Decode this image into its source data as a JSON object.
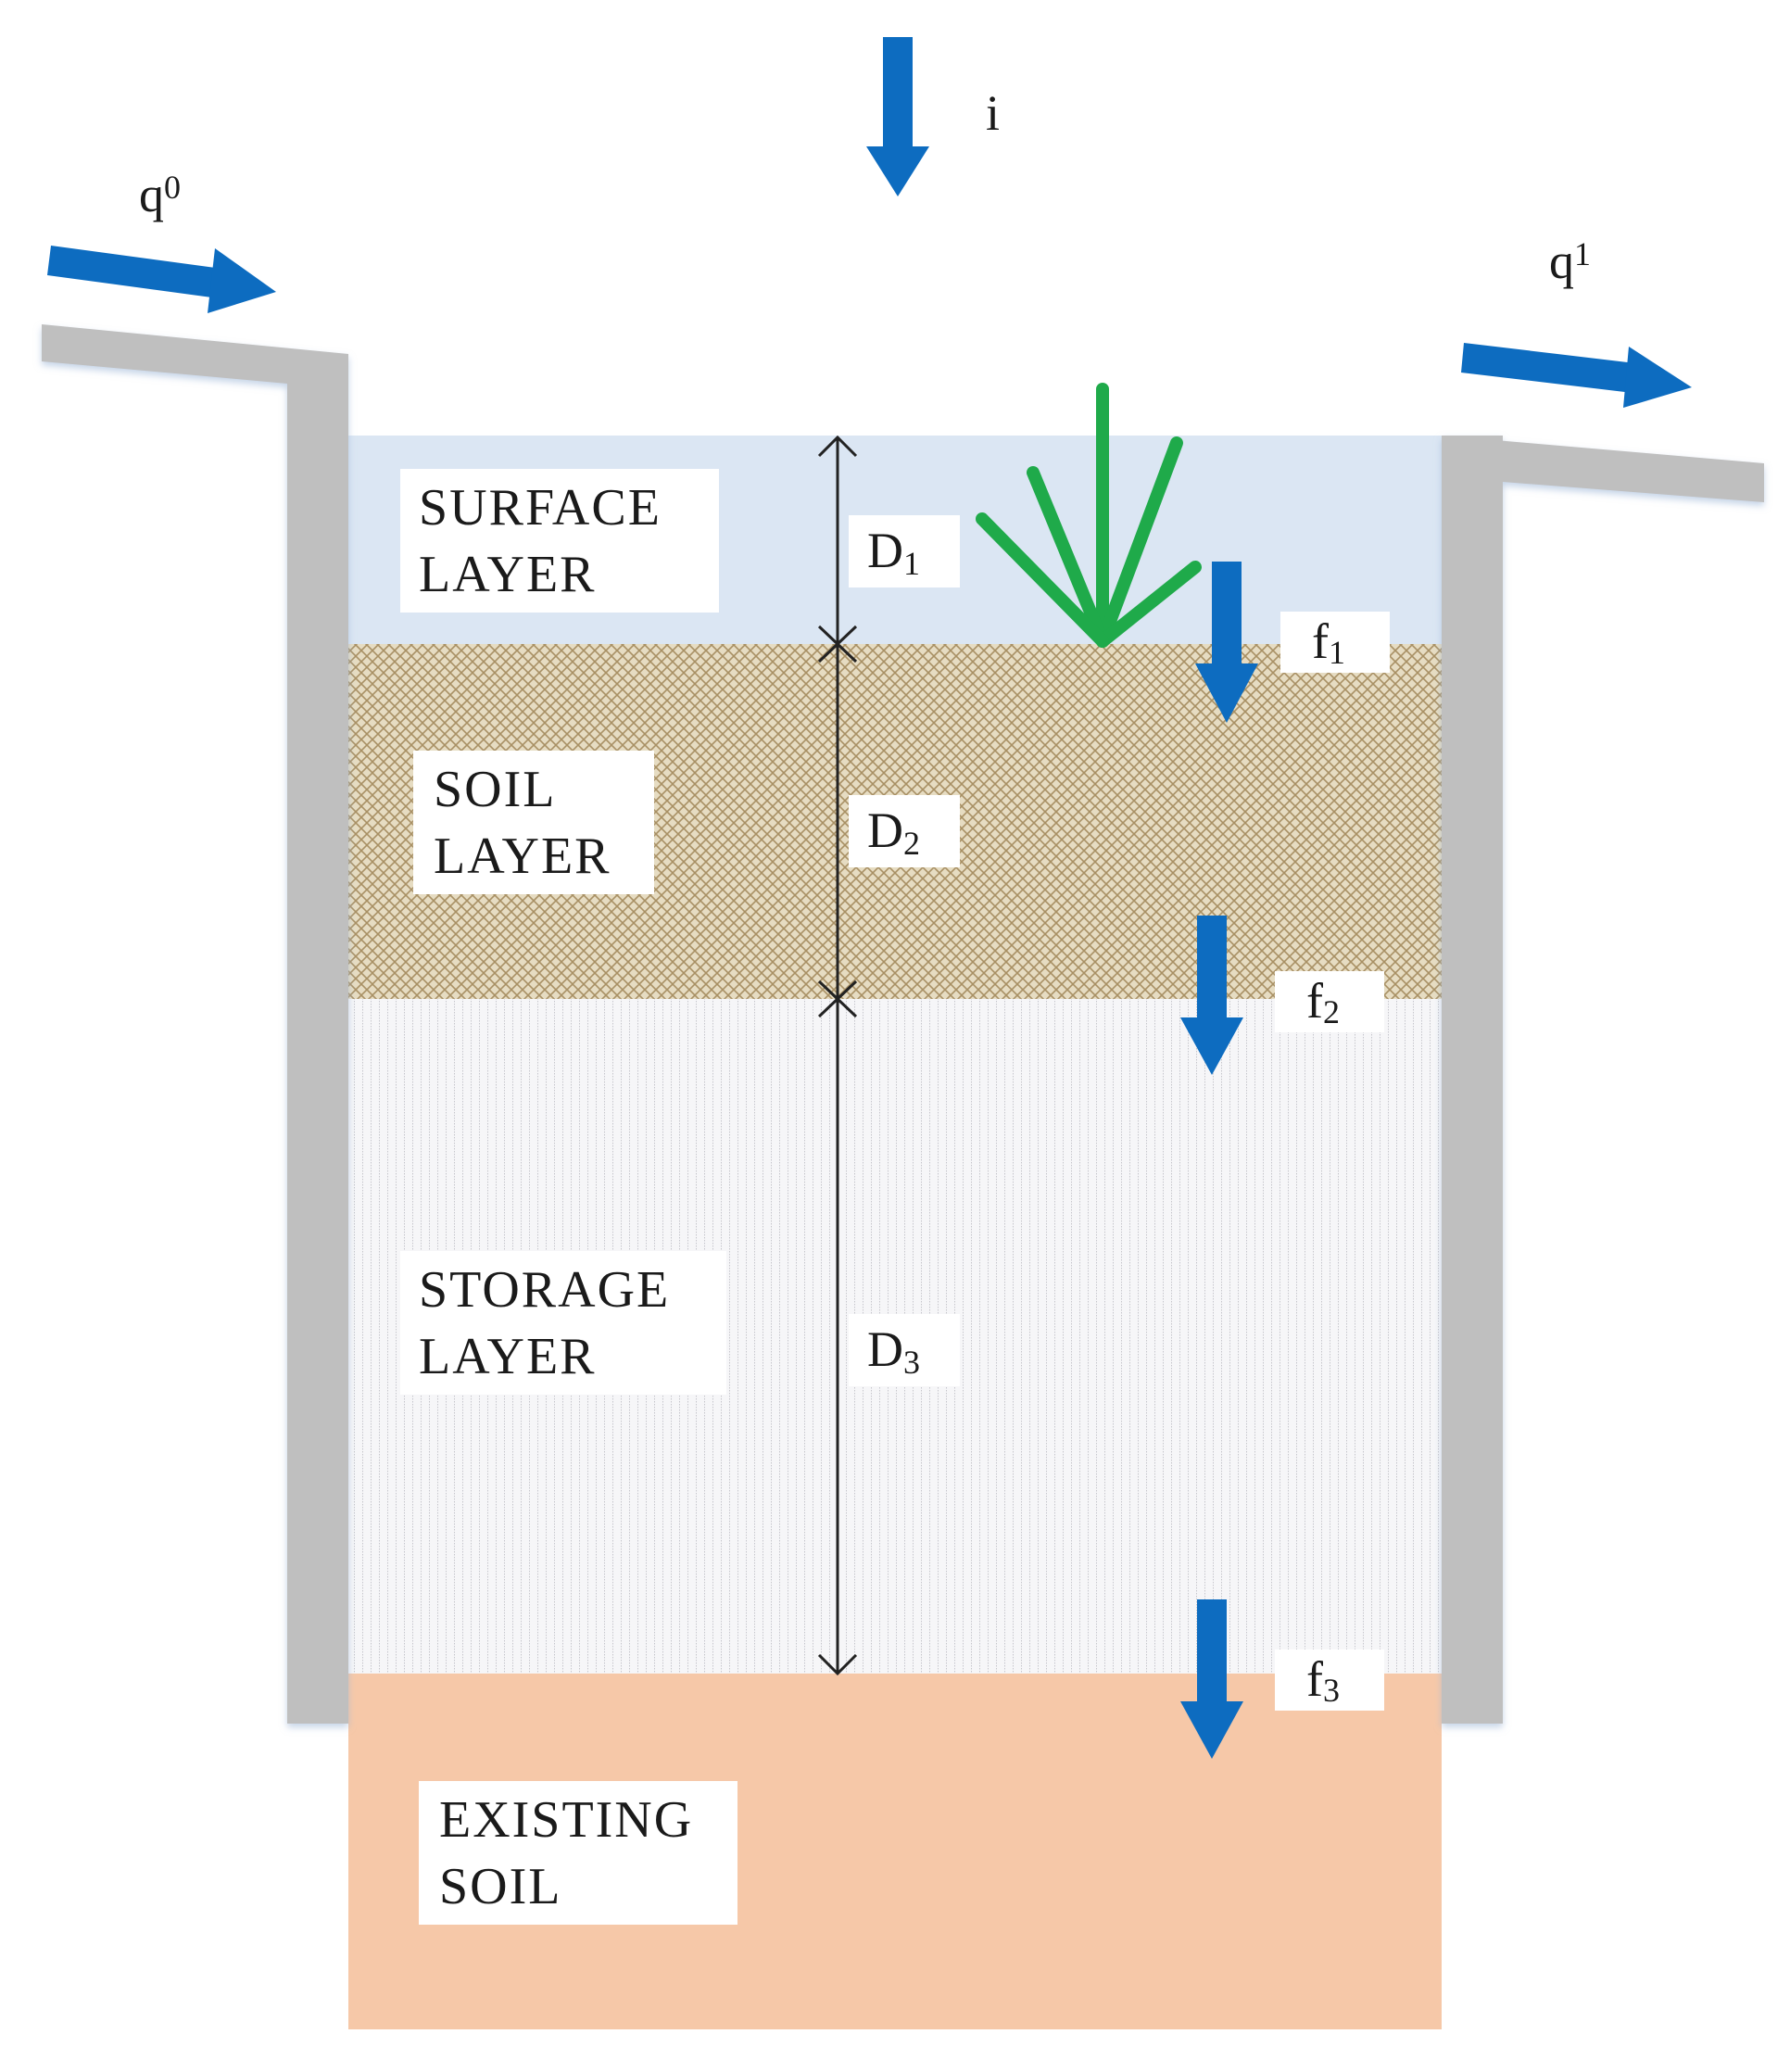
{
  "layers": {
    "surface": {
      "line1": "SURFACE",
      "line2": "LAYER"
    },
    "soil": {
      "line1": "SOIL",
      "line2": "LAYER"
    },
    "storage": {
      "line1": "STORAGE",
      "line2": "LAYER"
    },
    "existing": {
      "line1": "EXISTING",
      "line2": "SOIL"
    }
  },
  "flows": {
    "rainfall": {
      "symbol": "i"
    },
    "inflow": {
      "symbol": "q",
      "subscript": "0"
    },
    "outflow": {
      "symbol": "q",
      "subscript": "1"
    },
    "f1": {
      "symbol": "f",
      "subscript": "1"
    },
    "f2": {
      "symbol": "f",
      "subscript": "2"
    },
    "f3": {
      "symbol": "f",
      "subscript": "3"
    }
  },
  "depths": {
    "d1": {
      "symbol": "D",
      "subscript": "1"
    },
    "d2": {
      "symbol": "D",
      "subscript": "2"
    },
    "d3": {
      "symbol": "D",
      "subscript": "3"
    }
  },
  "colors": {
    "arrow": "#0d6cc0",
    "wall": "#bfbfbf",
    "surface_layer": "#dbe6f3",
    "soil_layer": "#d6c8a6",
    "storage_layer": "#f4f4f6",
    "existing_soil": "#f6c8a8",
    "vegetation": "#1faa4a",
    "dimension_line": "#222222"
  },
  "icons": {
    "vegetation": "plant-icon"
  }
}
